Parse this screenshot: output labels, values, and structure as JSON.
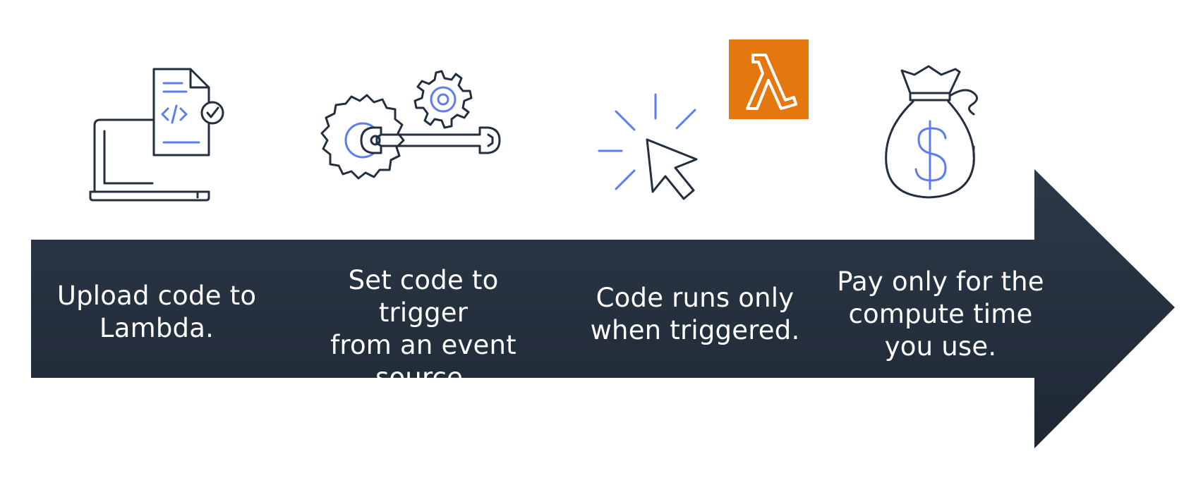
{
  "steps": [
    {
      "id": "upload",
      "icon": "laptop-code-document-icon",
      "text": "Upload code to\nLambda."
    },
    {
      "id": "trigger",
      "icon": "gears-wrench-icon",
      "text": "Set code to trigger\nfrom an event\nsource."
    },
    {
      "id": "run",
      "icon": "cursor-click-icon",
      "text": "Code runs only\nwhen triggered."
    },
    {
      "id": "pay",
      "icon": "money-bag-icon",
      "text": "Pay only for the\ncompute time\nyou use."
    }
  ],
  "badge": {
    "icon": "aws-lambda-icon",
    "color": "#E5770F"
  },
  "colors": {
    "arrow": "#232F3E",
    "icon_dark": "#232F3E",
    "icon_accent": "#5C7CF0",
    "badge": "#E5770F"
  }
}
